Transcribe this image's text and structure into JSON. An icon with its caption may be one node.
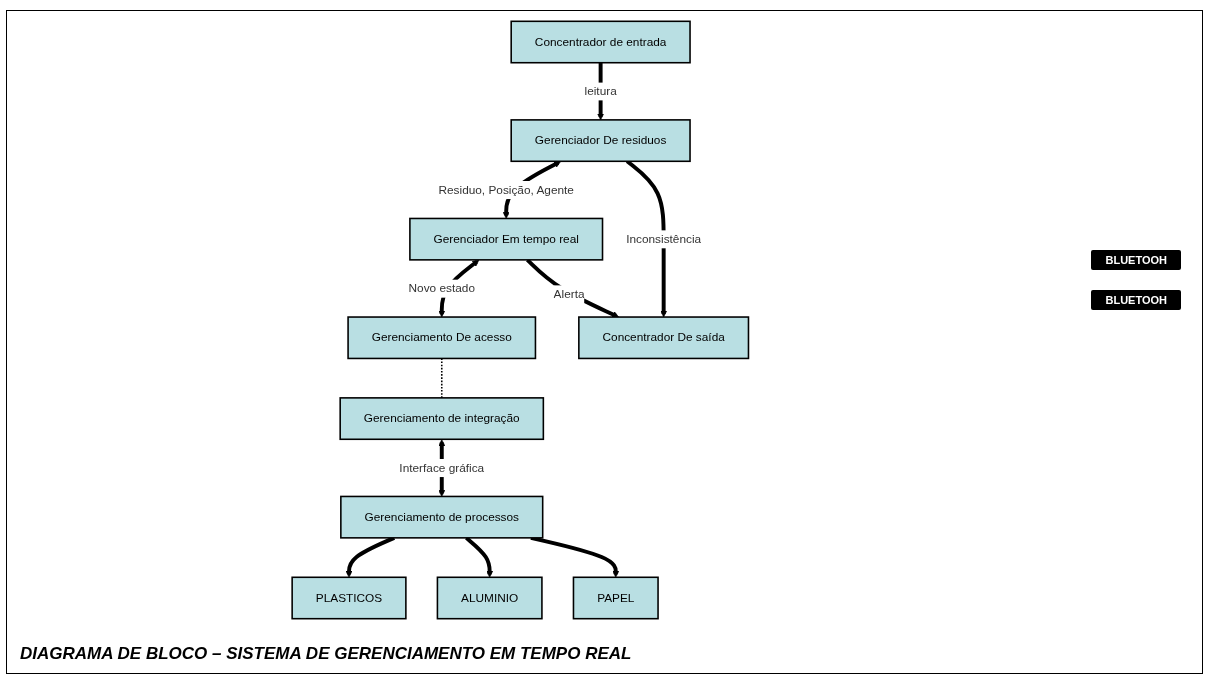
{
  "diagram": {
    "caption": "DIAGRAMA DE BLOCO – SISTEMA DE GERENCIAMENTO EM TEMPO REAL",
    "nodes": [
      {
        "text": [
          "Concentrador de entrada"
        ]
      },
      {
        "text": [
          "Gerenciador De residuos"
        ]
      },
      {
        "text": [
          "Gerenciador Em tempo real"
        ]
      },
      {
        "text": [
          "Gerenciamento De acesso"
        ]
      },
      {
        "text": [
          "Concentrador De saída"
        ]
      },
      {
        "text": [
          "Gerenciamento de integração"
        ]
      },
      {
        "text": [
          "Gerenciamento de processos"
        ]
      },
      {
        "text": [
          "PLASTICOS"
        ]
      },
      {
        "text": [
          "ALUMINIO"
        ]
      },
      {
        "text": [
          "PAPEL"
        ]
      }
    ],
    "edges": [
      {
        "from": 0,
        "to": 1,
        "arrow": "to",
        "label": "leitura"
      },
      {
        "from": 1,
        "to": 2,
        "arrow": "both",
        "label": "Residuo, Posição, Agente"
      },
      {
        "from": 2,
        "to": 3,
        "arrow": "both",
        "label": "Novo estado"
      },
      {
        "from": 1,
        "to": 4,
        "arrow": "to",
        "label": "Inconsistência"
      },
      {
        "from": 2,
        "to": 4,
        "arrow": "to",
        "label": "Alerta"
      },
      {
        "from": 3,
        "to": 5,
        "arrow": "none",
        "style": "dashed"
      },
      {
        "from": 5,
        "to": 6,
        "arrow": "both",
        "label": "Interface gráfica"
      },
      {
        "from": 6,
        "to": 7,
        "arrow": "to"
      },
      {
        "from": 6,
        "to": 8,
        "arrow": "to"
      },
      {
        "from": 6,
        "to": 9,
        "arrow": "to"
      }
    ],
    "labels": [
      "BLUETOOH",
      "BLUETOOH"
    ]
  }
}
